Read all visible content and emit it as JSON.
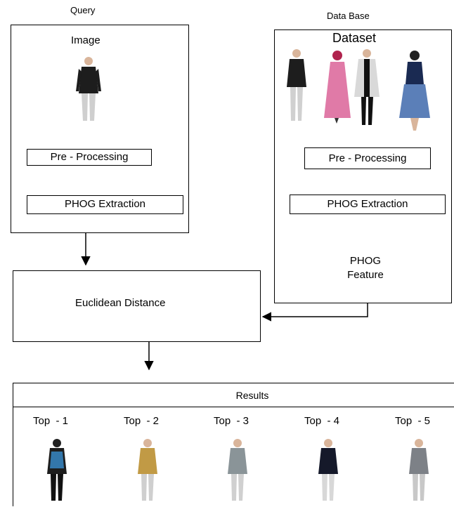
{
  "query": {
    "heading": "Query",
    "image_label": "Image",
    "preprocessing": "Pre - Processing",
    "phog": "PHOG Extraction"
  },
  "database": {
    "heading": "Data Base",
    "dataset_label": "Dataset",
    "preprocessing": "Pre - Processing",
    "phog": "PHOG Extraction",
    "feature_line1": "PHOG",
    "feature_line2": "Feature"
  },
  "distance": {
    "label": "Euclidean Distance"
  },
  "results": {
    "title": "Results",
    "items": [
      {
        "label": "Top  - 1",
        "top": "#1d1d1d",
        "bottom": "#111111",
        "accent": "#3a8fd0"
      },
      {
        "label": "Top  - 2",
        "top": "#c19a45",
        "bottom": "#cfcfcf",
        "accent": "#c19a45"
      },
      {
        "label": "Top  - 3",
        "top": "#8a9498",
        "bottom": "#d0d0d0",
        "accent": "#8a9498"
      },
      {
        "label": "Top  - 4",
        "top": "#15192a",
        "bottom": "#d8d8d8",
        "accent": "#15192a"
      },
      {
        "label": "Top  - 5",
        "top": "#7d8187",
        "bottom": "#c8c8c8",
        "accent": "#7d8187"
      }
    ]
  },
  "colors": {
    "line": "#000000"
  }
}
